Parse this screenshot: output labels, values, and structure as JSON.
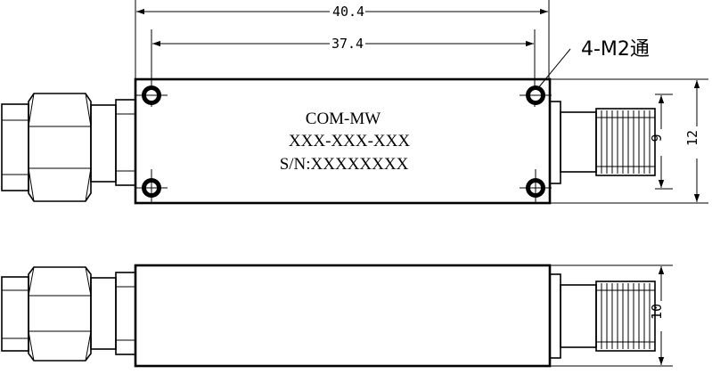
{
  "dimensions": {
    "overall_length": "40.4",
    "hole_spacing": "37.4",
    "connector_height": "9",
    "body_height": "12",
    "side_height": "10"
  },
  "callout": {
    "holes": "4-M2通"
  },
  "body_labels": {
    "brand": "COM-MW",
    "part_number": "XXX-XXX-XXX",
    "serial": "S/N:XXXXXXXX"
  }
}
